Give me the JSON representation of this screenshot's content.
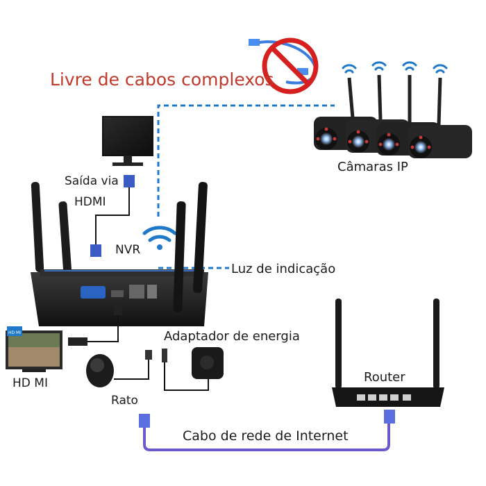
{
  "labels": {
    "tagline": "Livre de cabos complexos",
    "cameras": "Câmaras IP",
    "video_out_line1": "Saída via",
    "video_out_line2": "HDMI",
    "nvr": "NVR",
    "indicator_light": "Luz de indicação",
    "power_adapter": "Adaptador de energia",
    "hdmi_display": "HD MI",
    "router": "Router",
    "mouse": "Rato",
    "network_cable": "Cabo de rede de Internet",
    "hdmi_badge": "HD MI"
  },
  "colors": {
    "tagline": "#c0392b",
    "wireless_link": "#1f78c8",
    "cable": "#6a5acd",
    "device_body": "#1c1c1c",
    "camera_body": "#222222",
    "no_symbol": "#d62020"
  },
  "icons": {
    "tagline_symbol": "no-cable-icon",
    "nvr_signal": "wifi-icon",
    "camera_signal": "wifi-icon"
  }
}
